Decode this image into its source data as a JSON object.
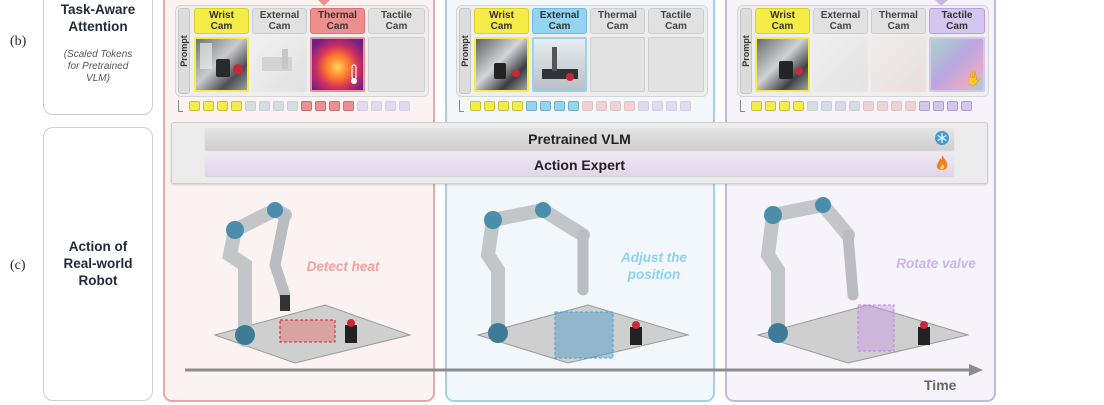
{
  "rows": {
    "b": {
      "marker": "(b)",
      "title": "Task-Aware\nAttention",
      "subtitle": "(Scaled Tokens\nfor Pretrained\nVLM)"
    },
    "c": {
      "marker": "(c)",
      "title": "Action of\nReal-world\nRobot"
    }
  },
  "prompt_label": "Prompt",
  "panels": [
    {
      "cams": [
        {
          "label": "Wrist\nCam",
          "state": "active",
          "color": "#f5ec47"
        },
        {
          "label": "External\nCam",
          "state": "inactive"
        },
        {
          "label": "Thermal\nCam",
          "state": "active",
          "color": "#ee8f8f"
        },
        {
          "label": "Tactile\nCam",
          "state": "inactive"
        }
      ],
      "tokens": [
        "y",
        "y",
        "y",
        "y",
        "g",
        "g",
        "g",
        "g",
        "r",
        "r",
        "r",
        "r",
        "p",
        "p",
        "p",
        "p"
      ],
      "caption": "Detect heat",
      "caption_color": "#f2a0a0"
    },
    {
      "cams": [
        {
          "label": "Wrist\nCam",
          "state": "active",
          "color": "#f5ec47"
        },
        {
          "label": "External\nCam",
          "state": "active",
          "color": "#93d4f0"
        },
        {
          "label": "Thermal\nCam",
          "state": "inactive"
        },
        {
          "label": "Tactile\nCam",
          "state": "inactive"
        }
      ],
      "tokens": [
        "y",
        "y",
        "y",
        "y",
        "b",
        "b",
        "b",
        "b",
        "r",
        "r",
        "r",
        "r",
        "p",
        "p",
        "p",
        "p"
      ],
      "caption": "Adjust the\nposition",
      "caption_color": "#8fd2ee"
    },
    {
      "cams": [
        {
          "label": "Wrist\nCam",
          "state": "active",
          "color": "#f5ec47"
        },
        {
          "label": "External\nCam",
          "state": "inactive"
        },
        {
          "label": "Thermal\nCam",
          "state": "inactive"
        },
        {
          "label": "Tactile\nCam",
          "state": "active",
          "color": "#d5c6ef"
        }
      ],
      "tokens": [
        "y",
        "y",
        "y",
        "y",
        "g",
        "g",
        "g",
        "g",
        "r",
        "r",
        "r",
        "r",
        "p",
        "p",
        "p",
        "p"
      ],
      "caption": "Rotate valve",
      "caption_color": "#cbb6ee"
    }
  ],
  "models": {
    "vlm": {
      "label": "Pretrained VLM",
      "icon": "snowflake-icon"
    },
    "expert": {
      "label": "Action Expert",
      "icon": "flame-icon"
    }
  },
  "timeline": {
    "label": "Time"
  },
  "colors": {
    "wrist": "#f5ec47",
    "external": "#93d4f0",
    "thermal": "#ee8f8f",
    "tactile": "#d5c6ef",
    "panel1_border": "#e8a9a9",
    "panel2_border": "#9fd3ea",
    "panel3_border": "#c7b5e2"
  }
}
